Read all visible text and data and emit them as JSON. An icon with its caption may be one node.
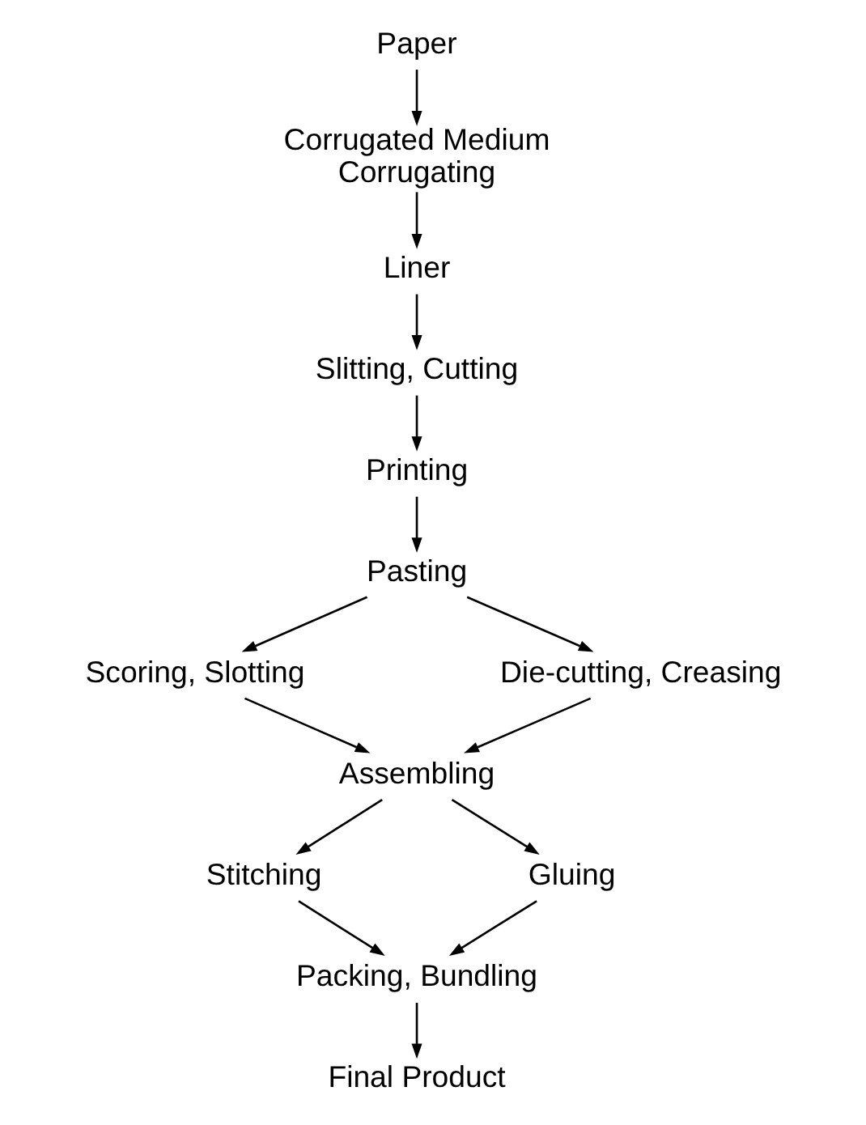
{
  "diagram": {
    "nodes": [
      {
        "text": [
          "Paper"
        ]
      },
      {
        "text": [
          "Corrugated Medium",
          "Corrugating"
        ]
      },
      {
        "text": [
          "Liner"
        ]
      },
      {
        "text": [
          "Slitting, Cutting"
        ]
      },
      {
        "text": [
          "Printing"
        ]
      },
      {
        "text": [
          "Pasting"
        ]
      },
      {
        "text": [
          "Scoring, Slotting"
        ]
      },
      {
        "text": [
          "Die-cutting, Creasing"
        ]
      },
      {
        "text": [
          "Assembling"
        ]
      },
      {
        "text": [
          "Stitching"
        ]
      },
      {
        "text": [
          "Gluing"
        ]
      },
      {
        "text": [
          "Packing, Bundling"
        ]
      },
      {
        "text": [
          "Final Product"
        ]
      }
    ],
    "edges": [
      {
        "from": 0,
        "to": 1,
        "arrow": "to"
      },
      {
        "from": 1,
        "to": 2,
        "arrow": "to"
      },
      {
        "from": 2,
        "to": 3,
        "arrow": "to"
      },
      {
        "from": 3,
        "to": 4,
        "arrow": "to"
      },
      {
        "from": 4,
        "to": 5,
        "arrow": "to"
      },
      {
        "from": 5,
        "to": 6,
        "arrow": "to"
      },
      {
        "from": 5,
        "to": 7,
        "arrow": "to"
      },
      {
        "from": 6,
        "to": 8,
        "arrow": "to"
      },
      {
        "from": 7,
        "to": 8,
        "arrow": "to"
      },
      {
        "from": 8,
        "to": 9,
        "arrow": "to"
      },
      {
        "from": 8,
        "to": 10,
        "arrow": "to"
      },
      {
        "from": 9,
        "to": 11,
        "arrow": "to"
      },
      {
        "from": 10,
        "to": 11,
        "arrow": "to"
      },
      {
        "from": 11,
        "to": 12,
        "arrow": "to"
      }
    ]
  }
}
